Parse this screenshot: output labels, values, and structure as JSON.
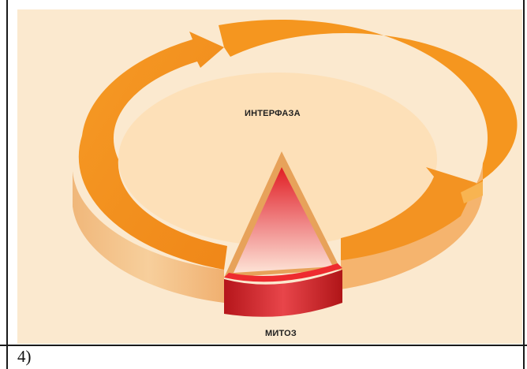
{
  "diagram": {
    "labels": {
      "interphase": "ИНТЕРФАЗА",
      "mitosis": "МИТОЗ"
    },
    "colors": {
      "background": "#fbe9cf",
      "ring": "#f4921e",
      "ring_side": "#f3c389",
      "inner_disc": "#fde0b8",
      "mitosis_top": "#e8262a",
      "mitosis_side": "#c01a1f"
    }
  },
  "caption": "4)"
}
